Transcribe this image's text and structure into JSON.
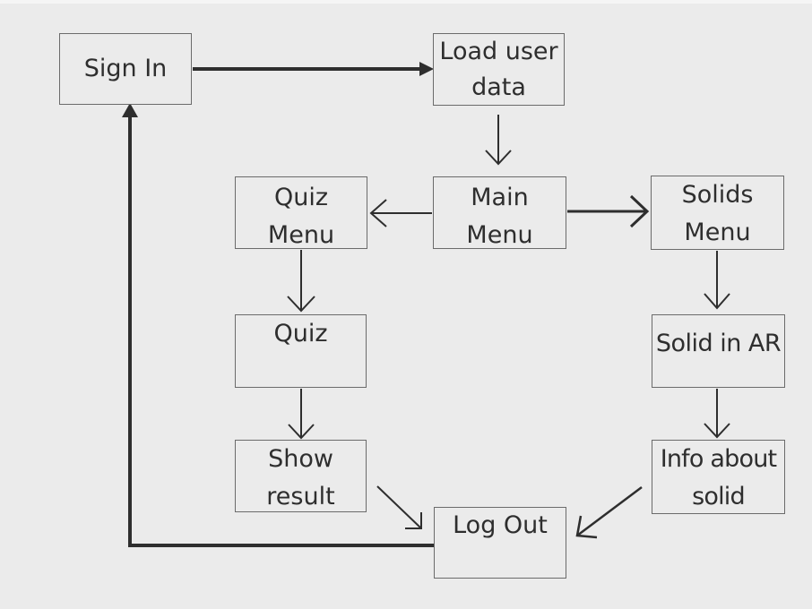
{
  "diagram": {
    "background": "#ebebeb",
    "line_color": "#2e2e2e",
    "nodes": [
      {
        "id": "sign-in",
        "label": "Sign In"
      },
      {
        "id": "load-user-data",
        "label": "Load user\ndata"
      },
      {
        "id": "main-menu",
        "label": "Main\nMenu"
      },
      {
        "id": "quiz-menu",
        "label": "Quiz\nMenu"
      },
      {
        "id": "solids-menu",
        "label": "Solids\nMenu"
      },
      {
        "id": "quiz",
        "label": "Quiz"
      },
      {
        "id": "solid-in-ar",
        "label": "Solid in AR"
      },
      {
        "id": "show-result",
        "label": "Show\nresult"
      },
      {
        "id": "info-about-solid",
        "label": "Info about\nsolid"
      },
      {
        "id": "log-out",
        "label": "Log Out"
      }
    ],
    "edges": [
      {
        "from": "sign-in",
        "to": "load-user-data"
      },
      {
        "from": "load-user-data",
        "to": "main-menu"
      },
      {
        "from": "main-menu",
        "to": "quiz-menu"
      },
      {
        "from": "main-menu",
        "to": "solids-menu"
      },
      {
        "from": "quiz-menu",
        "to": "quiz"
      },
      {
        "from": "solids-menu",
        "to": "solid-in-ar"
      },
      {
        "from": "quiz",
        "to": "show-result"
      },
      {
        "from": "solid-in-ar",
        "to": "info-about-solid"
      },
      {
        "from": "show-result",
        "to": "log-out"
      },
      {
        "from": "info-about-solid",
        "to": "log-out"
      },
      {
        "from": "log-out",
        "to": "sign-in"
      }
    ]
  }
}
